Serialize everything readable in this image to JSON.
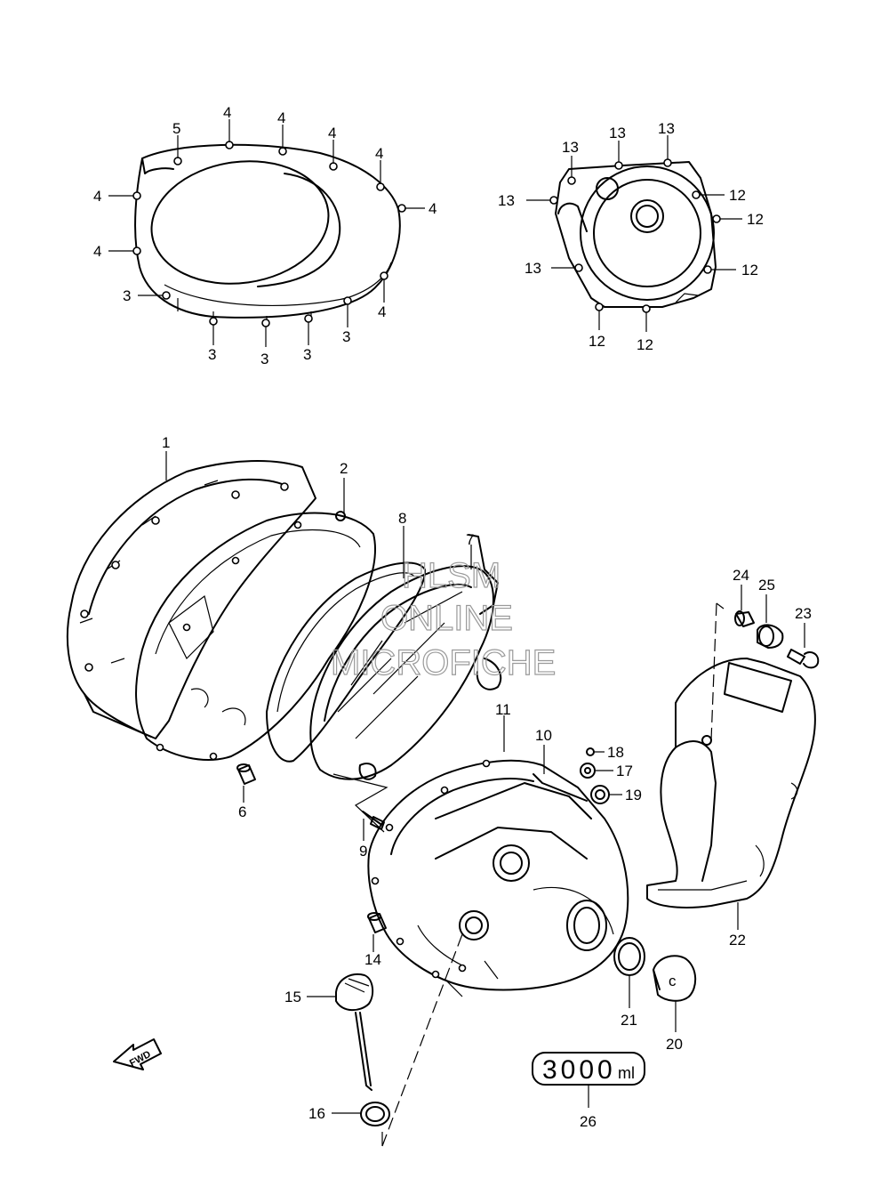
{
  "diagram": {
    "labels": {
      "callout_1": "1",
      "callout_2": "2",
      "callout_3": "3",
      "callout_4": "4",
      "callout_5": "5",
      "callout_6": "6",
      "callout_7": "7",
      "callout_8": "8",
      "callout_9": "9",
      "callout_10": "10",
      "callout_11": "11",
      "callout_12": "12",
      "callout_13": "13",
      "callout_14": "14",
      "callout_15": "15",
      "callout_16": "16",
      "callout_17": "17",
      "callout_18": "18",
      "callout_19": "19",
      "callout_20": "20",
      "callout_21": "21",
      "callout_22": "22",
      "callout_23": "23",
      "callout_24": "24",
      "callout_25": "25",
      "callout_26": "26"
    },
    "oil_capacity_label": {
      "amount": "3000",
      "unit": "ml"
    },
    "direction_arrow_text": "FWD",
    "watermark": {
      "line1": "HLSM",
      "line2": "ONLINE",
      "line3": "MICROFICHE"
    }
  }
}
